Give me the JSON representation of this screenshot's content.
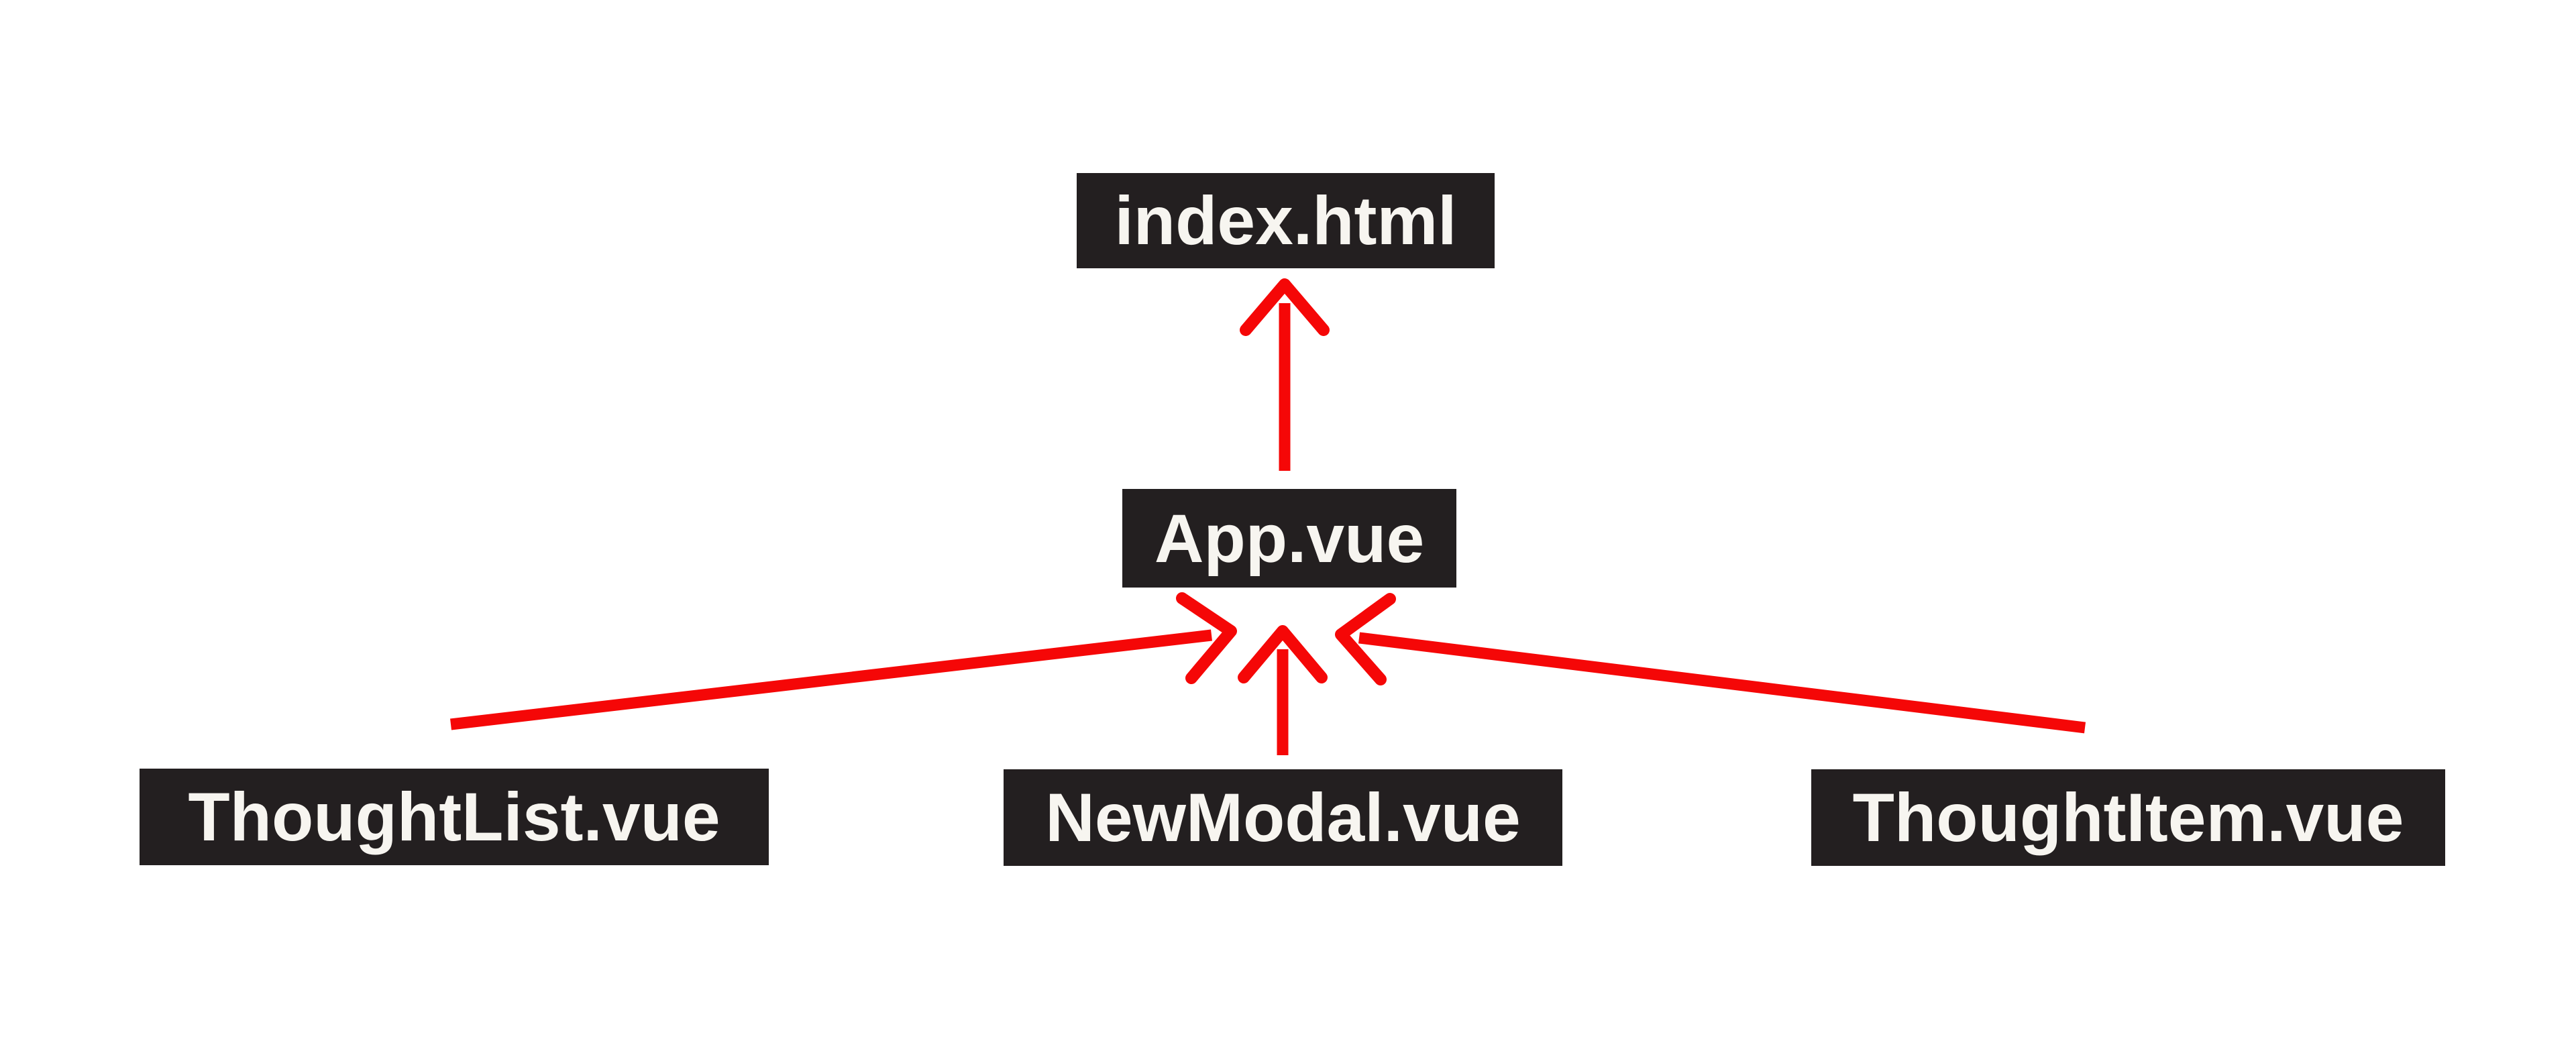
{
  "diagram": {
    "type": "component-hierarchy",
    "background_color": "#ffffff",
    "nodes": [
      {
        "id": "index-html",
        "label": "index.html"
      },
      {
        "id": "app-vue",
        "label": "App.vue"
      },
      {
        "id": "thoughtlist-vue",
        "label": "ThoughtList.vue"
      },
      {
        "id": "newmodal-vue",
        "label": "NewModal.vue"
      },
      {
        "id": "thoughtitem-vue",
        "label": "ThoughtItem.vue"
      }
    ],
    "edges": [
      {
        "from": "App.vue",
        "to": "index.html",
        "style": "red-arrow-up"
      },
      {
        "from": "ThoughtList.vue",
        "to": "App.vue",
        "style": "red-arrow-up"
      },
      {
        "from": "NewModal.vue",
        "to": "App.vue",
        "style": "red-arrow-up"
      },
      {
        "from": "ThoughtItem.vue",
        "to": "App.vue",
        "style": "red-arrow-up"
      }
    ],
    "colors": {
      "arrow": "#f50707",
      "node_bg": "#231f20",
      "node_text": "#f7f5f0"
    }
  }
}
